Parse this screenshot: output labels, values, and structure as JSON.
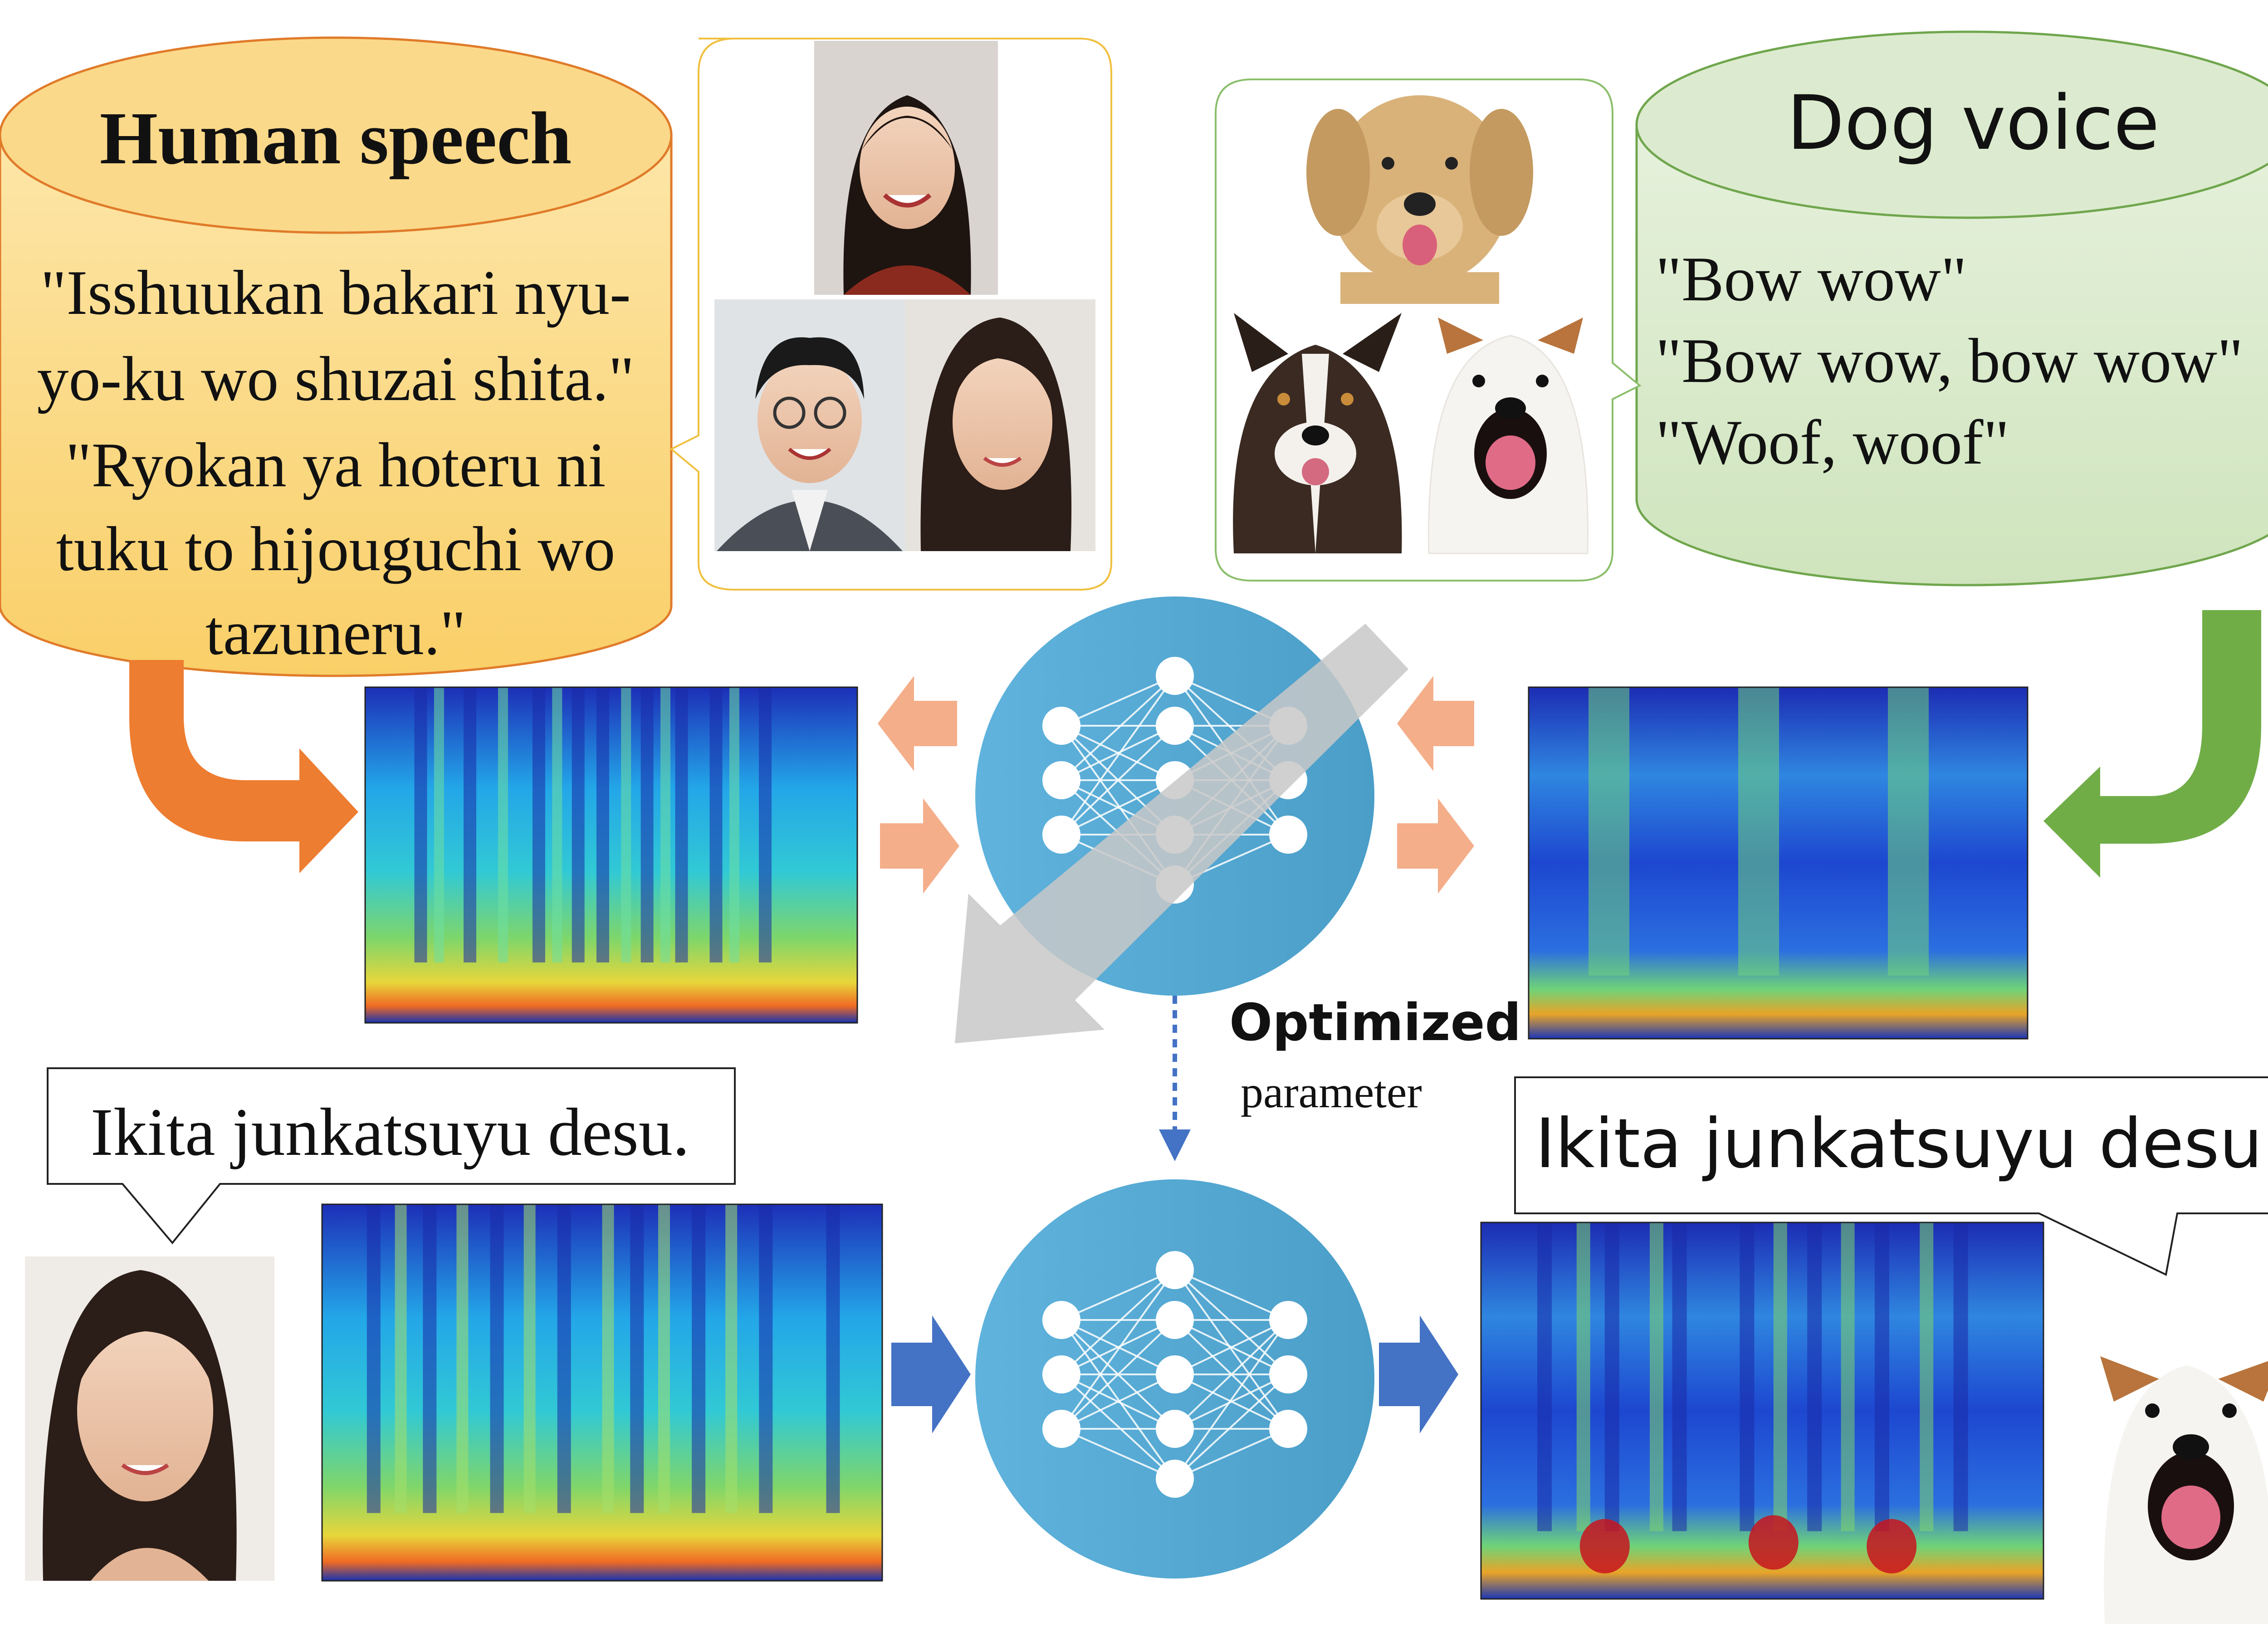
{
  "human": {
    "title": "Human speech",
    "lines": [
      "\"Isshuukan bakari nyu-",
      "yo-ku wo shuzai shita.\"",
      "\"Ryokan ya hoteru ni",
      "tuku to hijouguchi wo",
      "tazuneru.\""
    ]
  },
  "dog": {
    "title": "Dog voice",
    "lines": [
      "\"Bow wow\"",
      "\"Bow wow, bow wow\"",
      "\"Woof, woof\""
    ]
  },
  "optimized": {
    "line1": "Optimized",
    "line2": "parameter"
  },
  "speech_left": "Ikita junkatsuyu desu.",
  "speech_right": "Ikita junkatsuyu desu.",
  "colors": {
    "human_fill": "#fbd98a",
    "human_stroke": "#e07b2a",
    "dog_fill": "#dcebcf",
    "dog_stroke": "#70a64d",
    "orange_arrow": "#ed7d31",
    "light_orange_arrow": "#f4ae8a",
    "green_arrow": "#70ad47",
    "blue_arrow": "#4472c4",
    "nn_circle": "#6eb5d8",
    "gray_arrow": "#c8c8c8"
  }
}
